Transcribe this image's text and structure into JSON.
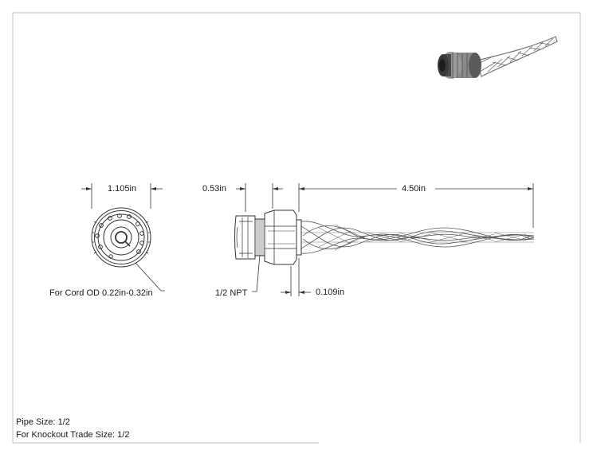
{
  "dimensions": {
    "front_width": "1.105in",
    "nut_length": "0.53in",
    "grip_length": "4.50in",
    "thread_gap": "0.109in"
  },
  "callouts": {
    "cord_od": "For Cord OD 0.22in-0.32in",
    "thread": "1/2 NPT"
  },
  "notes": {
    "pipe_size": "Pipe Size: 1/2",
    "knockout_size": "For Knockout Trade Size: 1/2"
  },
  "colors": {
    "line": "#333333",
    "mesh": "#555555",
    "render_dark": "#2b2b2b",
    "render_mid": "#7a7a7a"
  }
}
